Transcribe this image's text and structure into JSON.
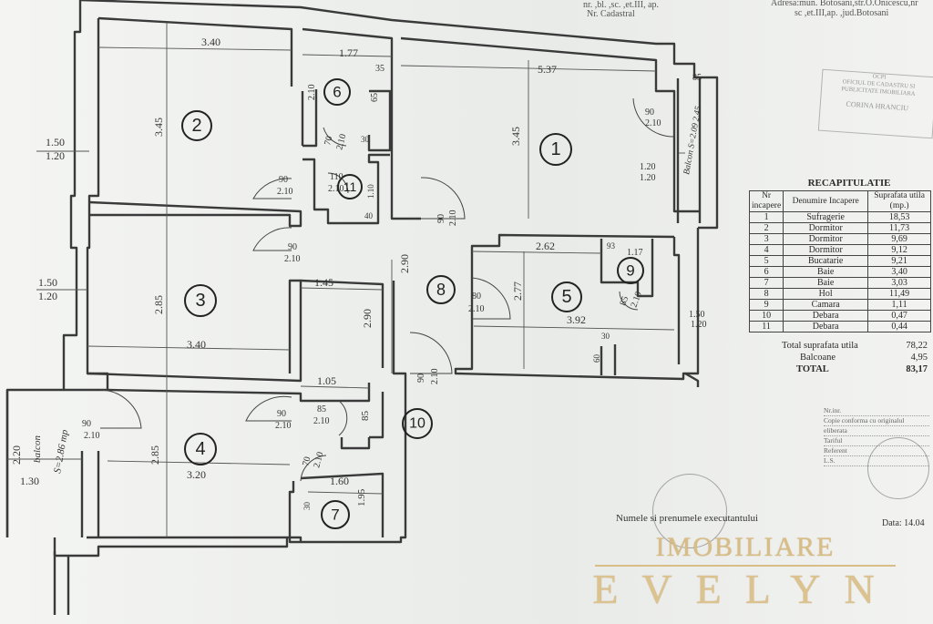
{
  "header": {
    "address_left_1": "nr.    ,bl.   ,sc.   ,et.III, ap.",
    "address_left_2": "Nr. Cadastral",
    "address_right_1": "Adresa:mun. Botosani,str.O.Onicescu,nr",
    "address_right_2": "sc     ,et.III,ap.    ,jud.Botosani"
  },
  "rooms": [
    {
      "id": "1",
      "label": "1"
    },
    {
      "id": "2",
      "label": "2"
    },
    {
      "id": "3",
      "label": "3"
    },
    {
      "id": "4",
      "label": "4"
    },
    {
      "id": "5",
      "label": "5"
    },
    {
      "id": "6",
      "label": "6"
    },
    {
      "id": "7",
      "label": "7"
    },
    {
      "id": "8",
      "label": "8"
    },
    {
      "id": "9",
      "label": "9"
    },
    {
      "id": "10",
      "label": "10"
    },
    {
      "id": "11",
      "label": "11"
    }
  ],
  "dimensions": {
    "d_340_top": "3.40",
    "d_177": "1.77",
    "d_537": "5.37",
    "d_345_a": "3.45",
    "d_345_b": "3.45",
    "d_210_6": "2.10",
    "d_35": "35",
    "d_65": "65",
    "d_150_a": "1.50",
    "d_120_a": "1.20",
    "d_150_b": "1.50",
    "d_120_b": "1.20",
    "d_285_a": "2.85",
    "d_285_b": "2.85",
    "d_340_mid": "3.40",
    "d_145": "1.45",
    "d_290_a": "2.90",
    "d_290_b": "2.90",
    "d_262": "2.62",
    "d_117": "1.17",
    "d_277": "2.77",
    "d_392": "3.92",
    "d_105": "1.05",
    "d_85_10": "85",
    "d_320": "3.20",
    "d_130": "1.30",
    "d_220": "2.20",
    "d_160": "1.60",
    "d_195": "1.95",
    "d_30_7": "30",
    "d_85_right": "85",
    "d_120_r1": "1.20",
    "d_120_r2": "1.20",
    "d_150_r": "1.50",
    "d_120_r3": "1.20",
    "d_30_5": "30",
    "d_60": "60",
    "d_40": "40",
    "d_30_11": "30",
    "d_110": "1.10",
    "d_93": "93",
    "balcon_right": "Balcon S=2.09 2.45",
    "balcon_left": "balcon",
    "balcon_left_area": "S=2.86 mp"
  },
  "doors": {
    "d1": "90",
    "d1b": "2.10",
    "d2": "90",
    "d2b": "2.10",
    "d3": "90",
    "d3b": "2.10",
    "d4": "90",
    "d4b": "2.10",
    "d5": "80",
    "d5b": "2.10",
    "d6": "90",
    "d6b": "2.10",
    "d7": "90",
    "d7b": "2.10",
    "d8": "85",
    "d8b": "2.10",
    "d9": "90",
    "d9b": "2.10",
    "d10": "70",
    "d10b": "2.10",
    "d11": "110",
    "d11b": "2.10",
    "d12": "70",
    "d12b": "2.10",
    "d13": "90",
    "d13b": "2.10",
    "d14": "90",
    "d14b": "2.10",
    "d15": "85",
    "d15b": "2.10",
    "d16": "70",
    "d16b": "2.10"
  },
  "recap": {
    "title": "RECAPITULATIE",
    "headers": [
      "Nr incapere",
      "Denumire Incapere",
      "Suprafata utila (mp.)"
    ],
    "rows": [
      [
        "1",
        "Sufragerie",
        "18,53"
      ],
      [
        "2",
        "Dormitor",
        "11,73"
      ],
      [
        "3",
        "Dormitor",
        "9,69"
      ],
      [
        "4",
        "Dormitor",
        "9,12"
      ],
      [
        "5",
        "Bucatarie",
        "9,21"
      ],
      [
        "6",
        "Baie",
        "3,40"
      ],
      [
        "7",
        "Baie",
        "3,03"
      ],
      [
        "8",
        "Hol",
        "11,49"
      ],
      [
        "9",
        "Camara",
        "1,11"
      ],
      [
        "10",
        "Debara",
        "0,47"
      ],
      [
        "11",
        "Debara",
        "0,44"
      ]
    ],
    "total_label": "Total suprafata utila",
    "total_value": "78,22",
    "balcon_label": "Balcoane",
    "balcon_value": "4,95",
    "grand_label": "TOTAL",
    "grand_value": "83,17"
  },
  "stamp_ocpi": {
    "line1": "OCPI",
    "line2": "OFICIUL DE CADASTRU SI",
    "line3": "PUBLICITATE IMOBILIARA",
    "line4": "CORINA HRANCIU"
  },
  "cert": {
    "l1": "Nr.inr.",
    "l2": "Copie conforma cu originalul",
    "l3": "eliberata",
    "l4": "Tariful",
    "l5": "Referent",
    "l6": "L.S."
  },
  "footer": {
    "note": "Numele si prenumele executantului",
    "date": "Data: 14.04"
  },
  "watermark": {
    "line1": "IMOBILIARE",
    "line2": "EVELYN"
  },
  "colors": {
    "watermark": "#d9bd86",
    "ink": "#2a2a2a",
    "paper": "#eef0ee"
  }
}
